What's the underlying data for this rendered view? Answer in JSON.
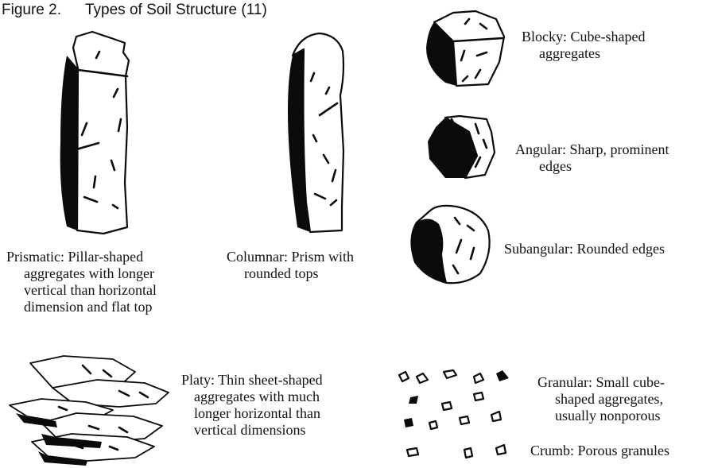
{
  "figure": {
    "number": "Figure 2.",
    "title": "Types of Soil Structure (11)"
  },
  "captions": {
    "prismatic": [
      "Prismatic: Pillar-shaped",
      "aggregates with longer",
      "vertical than horizontal",
      "dimension and flat top"
    ],
    "columnar": [
      "Columnar: Prism with",
      "rounded tops"
    ],
    "blocky": [
      "Blocky: Cube-shaped",
      "aggregates"
    ],
    "angular": [
      "Angular: Sharp, prominent",
      "edges"
    ],
    "subangular": [
      "Subangular: Rounded edges"
    ],
    "platy": [
      "Platy: Thin sheet-shaped",
      "aggregates with much",
      "longer horizontal than",
      "vertical dimensions"
    ],
    "granular": [
      "Granular: Small cube-",
      "shaped aggregates,",
      "usually nonporous"
    ],
    "crumb": [
      "Crumb: Porous granules"
    ]
  },
  "colors": {
    "ink": "#0b0b0b",
    "paper": "#ffffff"
  },
  "illustrations": [
    "prismatic",
    "columnar",
    "blocky",
    "angular",
    "subangular",
    "platy",
    "granular"
  ]
}
